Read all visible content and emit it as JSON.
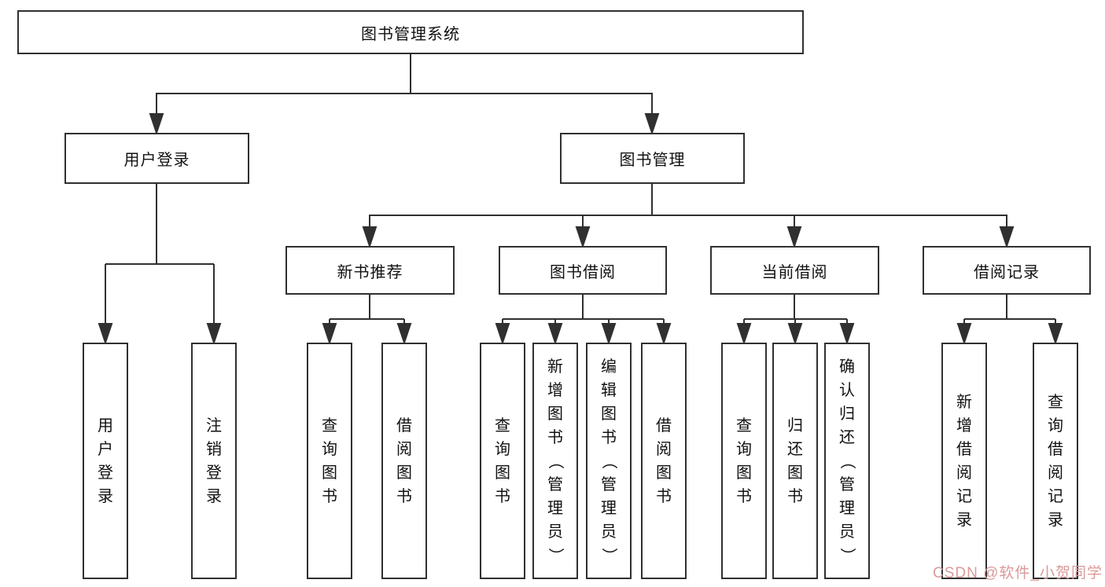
{
  "diagram": {
    "root_label": "图书管理系统",
    "level2": {
      "user_login": "用户登录",
      "book_management": "图书管理"
    },
    "level3": {
      "new_book_recommend": "新书推荐",
      "book_borrow": "图书借阅",
      "current_borrow": "当前借阅",
      "borrow_records": "借阅记录"
    },
    "leaves": {
      "user_login_children": [
        "用户登录",
        "注销登录"
      ],
      "new_book_recommend_children": [
        "查询图书",
        "借阅图书"
      ],
      "book_borrow_children": [
        "查询图书",
        "新增图书（管理员）",
        "编辑图书（管理员）",
        "借阅图书"
      ],
      "current_borrow_children": [
        "查询图书",
        "归还图书",
        "确认归还（管理员）"
      ],
      "borrow_records_children": [
        "新增借阅记录",
        "查询借阅记录"
      ]
    }
  },
  "watermark": {
    "text": "CSDN @软件_小贺同学",
    "color": "#d99a9a"
  },
  "colors": {
    "line": "#303030",
    "text": "#111111",
    "background": "#ffffff"
  }
}
